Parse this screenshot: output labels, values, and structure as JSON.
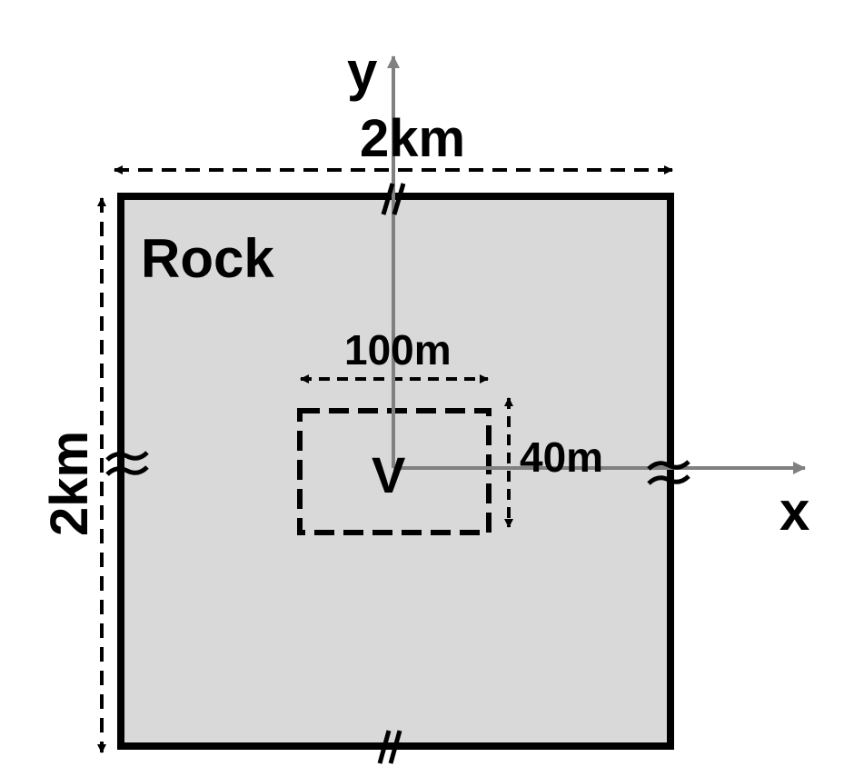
{
  "labels": {
    "y_axis": "y",
    "x_axis": "x",
    "top_width": "2km",
    "left_height": "2km",
    "material": "Rock",
    "inner_width": "100m",
    "inner_height": "40m",
    "region": "V"
  },
  "colors": {
    "rock_fill": "#d9d9d9",
    "outline": "#000000",
    "axis": "#808080",
    "background": "#ffffff"
  },
  "icons": [
    "break-mark-icon",
    "arrowhead-icon"
  ]
}
